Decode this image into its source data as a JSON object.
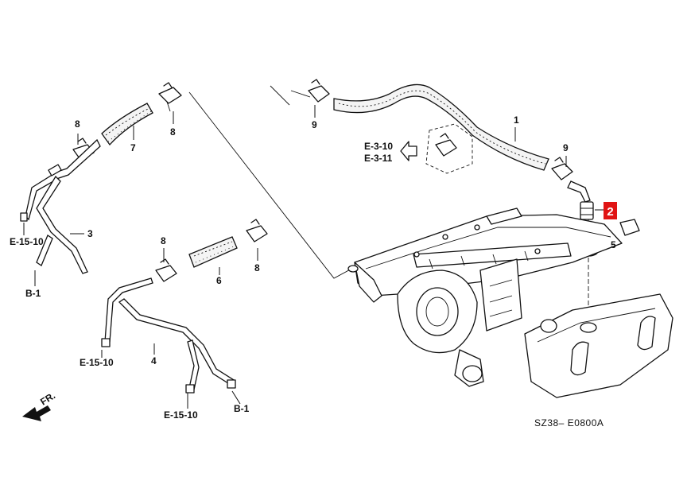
{
  "parts": [
    {
      "id": "1",
      "label": "1"
    },
    {
      "id": "2",
      "label": "2",
      "highlighted": true
    },
    {
      "id": "3",
      "label": "3"
    },
    {
      "id": "4",
      "label": "4"
    },
    {
      "id": "5",
      "label": "5"
    },
    {
      "id": "6",
      "label": "6"
    },
    {
      "id": "7",
      "label": "7"
    },
    {
      "id": "8",
      "label": "8"
    },
    {
      "id": "9",
      "label": "9"
    }
  ],
  "refs": {
    "e_3_10": "E-3-10",
    "e_3_11": "E-3-11",
    "e_15_10": "E-15-10",
    "b_1": "B-1"
  },
  "front_label": "FR.",
  "diagram_code": "SZ38– E0800A",
  "colors": {
    "highlight": "#e01414",
    "line": "#111111"
  }
}
